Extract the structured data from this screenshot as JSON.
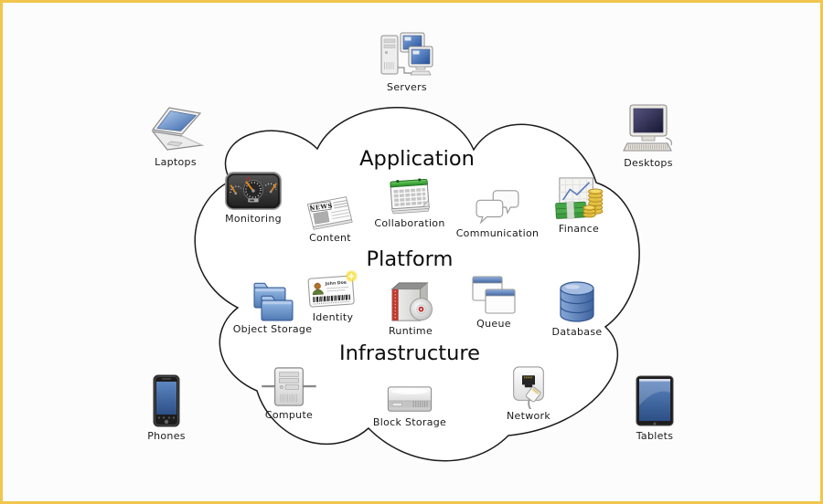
{
  "diagram": {
    "background_color": "#fcfcfc",
    "border_color": "#f1c64f",
    "cloud": {
      "fill": "#ffffff",
      "stroke": "#1a1a1a"
    },
    "devices": {
      "servers": "Servers",
      "laptops": "Laptops",
      "desktops": "Desktops",
      "phones": "Phones",
      "tablets": "Tablets"
    },
    "layers": {
      "application": {
        "title": "Application",
        "items": {
          "monitoring": "Monitoring",
          "content": "Content",
          "collaboration": "Collaboration",
          "communication": "Communication",
          "finance": "Finance"
        }
      },
      "platform": {
        "title": "Platform",
        "items": {
          "object_storage": "Object Storage",
          "identity": "Identity",
          "runtime": "Runtime",
          "queue": "Queue",
          "database": "Database"
        }
      },
      "infrastructure": {
        "title": "Infrastructure",
        "items": {
          "compute": "Compute",
          "block_storage": "Block Storage",
          "network": "Network"
        }
      }
    },
    "icon_texts": {
      "news_masthead": "NEWS",
      "identity_name": "John Doe"
    },
    "accent_colors": {
      "screen_blue": "#4d79b8",
      "folder_blue": "#5580b8",
      "calendar_green": "#2f9e2f",
      "money_green": "#3aa33a",
      "coin_gold": "#e2bd37",
      "needle_orange": "#e08619",
      "runtime_red": "#c4372b",
      "database_blue": "#5b84c0"
    }
  }
}
